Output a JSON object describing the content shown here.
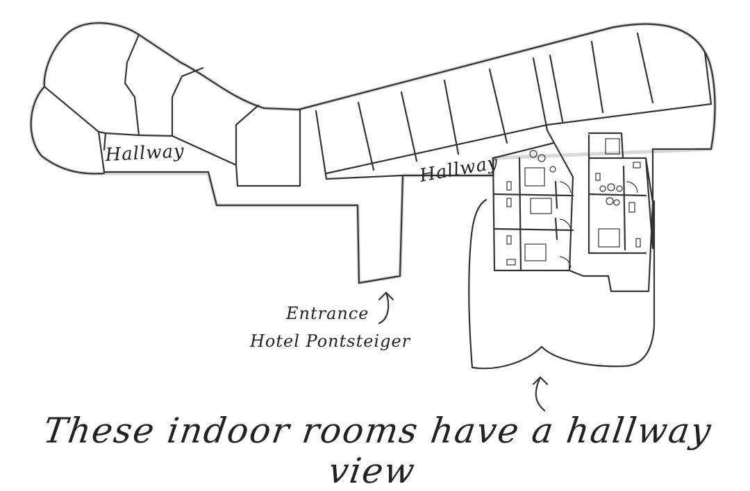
{
  "labels": {
    "hallway_left": "Hallway",
    "hallway_center": "Hallway",
    "entrance_line1": "Entrance",
    "entrance_line2": "Hotel Pontsteiger",
    "caption": "These indoor rooms have a hallway view"
  },
  "colors": {
    "background": "#ffffff",
    "line": "#333333",
    "text": "#222222"
  },
  "icons": [
    "arrow-up-icon",
    "arrow-up-icon"
  ]
}
